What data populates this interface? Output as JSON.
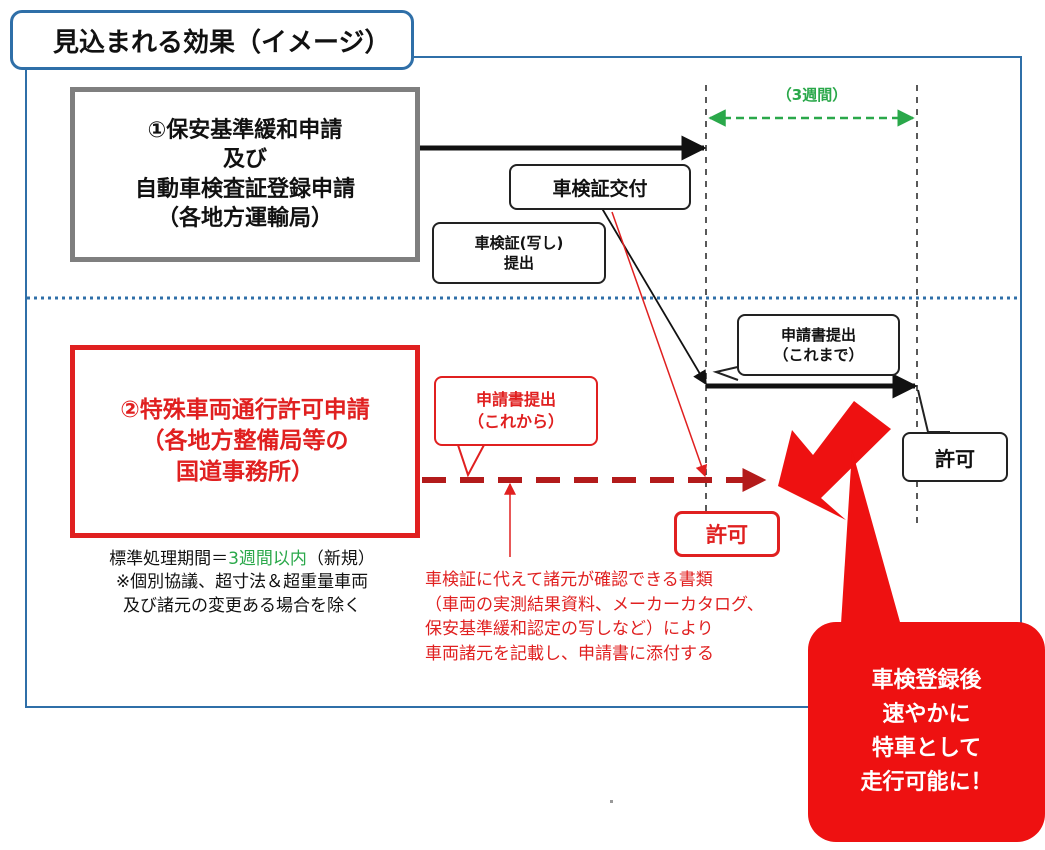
{
  "title": "見込まれる効果（イメージ）",
  "box1": {
    "lines": [
      "①保安基準緩和申請",
      "及び",
      "自動車検査証登録申請",
      "（各地方運輸局）"
    ]
  },
  "box2": {
    "lines": [
      "②特殊車両通行許可申請",
      "（各地方整備局等の",
      "国道事務所）"
    ]
  },
  "weeks_label": "（3週間）",
  "callouts": {
    "shaken_koufu": "車検証交付",
    "shaken_copy": [
      "車検証(写し)",
      "提出"
    ],
    "submit_before": [
      "申請書提出",
      "（これまで）"
    ],
    "submit_from": [
      "申請書提出",
      "（これから）"
    ],
    "permit_black": "許可",
    "permit_red": "許可"
  },
  "standard_note": {
    "prefix": "標準処理期間＝",
    "highlight": "3週間以内",
    "suffix": "（新規）",
    "line2": "※個別協議、超寸法＆超重量車両",
    "line3": "及び諸元の変更ある場合を除く"
  },
  "red_note": [
    "車検証に代えて諸元が確認できる書類",
    "（車両の実測結果資料、メーカーカタログ、",
    "保安基準緩和認定の写しなど）により",
    "車両諸元を記載し、申請書に添付する"
  ],
  "big_callout": [
    "車検登録後",
    "速やかに",
    "特車として",
    "走行可能に！"
  ],
  "colors": {
    "frame_blue": "#2f6fa8",
    "divider_blue": "#2f6fa8",
    "red": "#e02020",
    "dark_red": "#b31b1b",
    "green": "#2aa84a",
    "gray": "#7f7f7f"
  }
}
